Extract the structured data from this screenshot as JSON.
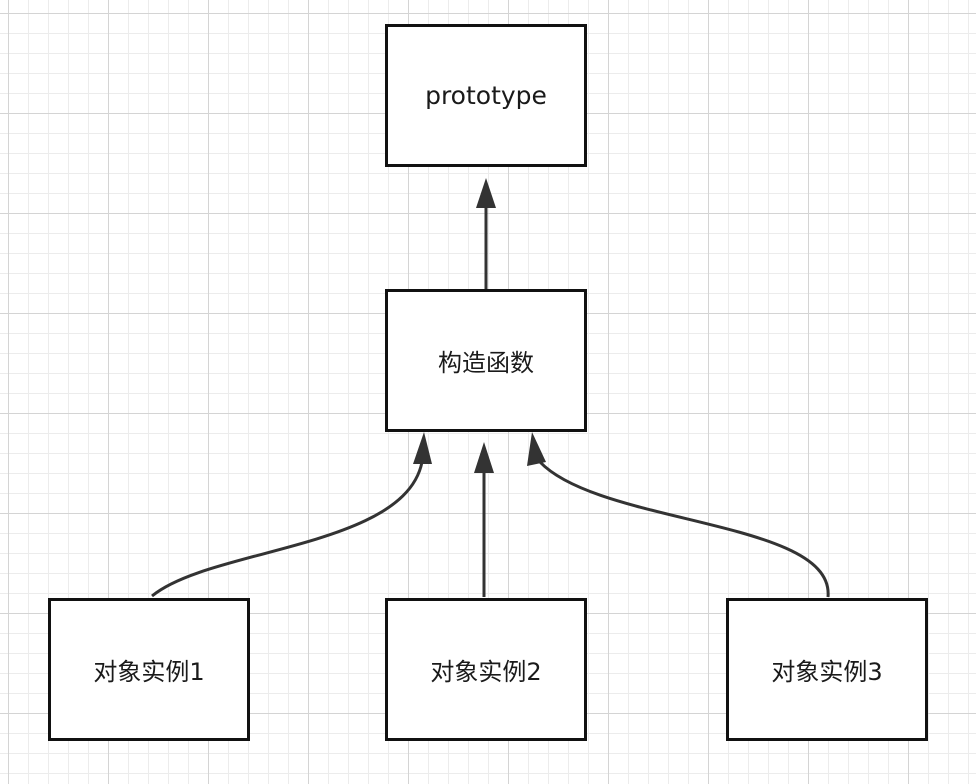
{
  "diagram": {
    "nodes": {
      "prototype": {
        "label": "prototype"
      },
      "constructor": {
        "label": "构造函数"
      },
      "instance1": {
        "label": "对象实例1"
      },
      "instance2": {
        "label": "对象实例2"
      },
      "instance3": {
        "label": "对象实例3"
      }
    },
    "edges": [
      {
        "from": "constructor",
        "to": "prototype"
      },
      {
        "from": "instance1",
        "to": "constructor"
      },
      {
        "from": "instance2",
        "to": "constructor"
      },
      {
        "from": "instance3",
        "to": "constructor"
      }
    ],
    "colors": {
      "line": "#333333",
      "box_border": "#111111",
      "text": "#1a1a1a",
      "grid_major": "#d4d4d4",
      "grid_minor": "#ececec"
    }
  }
}
